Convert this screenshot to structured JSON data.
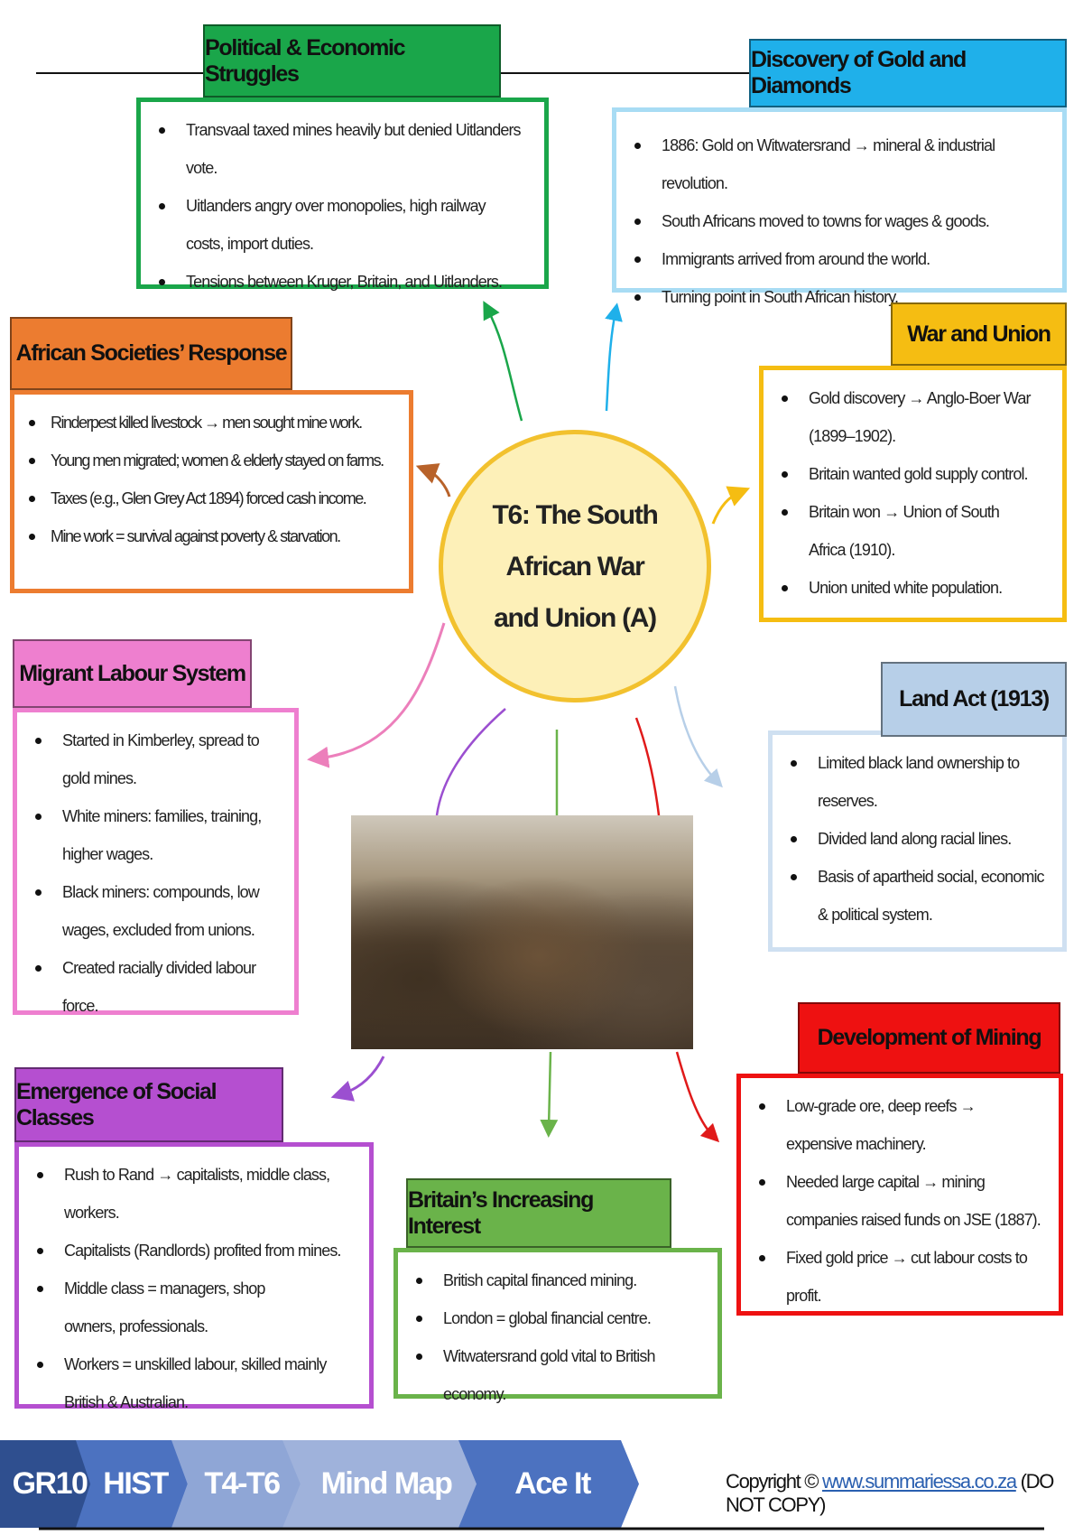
{
  "center": {
    "title": "T6:  The South African War and Union (A)"
  },
  "sections": {
    "political": {
      "title": "Political & Economic Struggles",
      "color": "#1aa64a",
      "items": [
        "Transvaal taxed mines heavily but denied Uitlanders vote.",
        "Uitlanders angry over monopolies, high railway costs, import duties.",
        "Tensions between Kruger, Britain, and Uitlanders."
      ]
    },
    "discovery": {
      "title": "Discovery of Gold and Diamonds",
      "color": "#1fb0ea",
      "items": [
        "1886: Gold on Witwatersrand → mineral & industrial revolution.",
        "South Africans moved to towns for wages & goods.",
        "Immigrants arrived from around the world.",
        "Turning point in South African history."
      ]
    },
    "african": {
      "title": "African Societies’ Response",
      "color": "#ec7c30",
      "items": [
        "Rinderpest killed livestock → men sought mine work.",
        "Young men migrated; women & elderly stayed on farms.",
        "Taxes (e.g., Glen Grey Act 1894) forced cash income.",
        "Mine work = survival against poverty & starvation."
      ]
    },
    "war": {
      "title": "War and Union",
      "color": "#f5bd12",
      "items": [
        "Gold discovery → Anglo-Boer War (1899–1902).",
        "Britain wanted gold supply control.",
        "Britain won → Union of South Africa (1910).",
        "Union united white population."
      ]
    },
    "migrant": {
      "title": "Migrant Labour System",
      "color": "#ee7fcf",
      "items": [
        "Started in Kimberley, spread to gold mines.",
        "White miners: families, training, higher wages.",
        "Black miners: compounds, low wages, excluded from unions.",
        "Created racially divided labour force."
      ]
    },
    "land": {
      "title": "Land Act (1913)",
      "color": "#b7cfe8",
      "items": [
        "Limited black land ownership to reserves.",
        "Divided land along racial lines.",
        "Basis of apartheid social, economic & political system."
      ]
    },
    "mining": {
      "title": "Development of Mining",
      "color": "#ee1111",
      "items": [
        "Low-grade ore, deep reefs → expensive machinery.",
        "Needed large capital → mining companies raised funds on JSE (1887).",
        "Fixed gold price → cut labour costs to profit."
      ]
    },
    "social": {
      "title": "Emergence of Social Classes",
      "color": "#b54fd0",
      "items": [
        "Rush to Rand → capitalists, middle class, workers.",
        "Capitalists (Randlords) profited from mines.",
        "Middle class = managers, shop owners, professionals.",
        "Workers = unskilled labour, skilled mainly British & Australian."
      ]
    },
    "britain": {
      "title": "Britain’s Increasing Interest",
      "color": "#6ab34a",
      "items": [
        "British capital financed mining.",
        "London = global financial centre.",
        "Witwatersrand gold vital to British economy."
      ]
    }
  },
  "footer": {
    "crumbs": [
      "GR10",
      "HIST",
      "T4-T6",
      "Mind Map",
      "Ace It"
    ],
    "copyright_prefix": "Copyright © ",
    "link": "www.summariessa.co.za",
    "copyright_suffix": " (DO NOT COPY)"
  }
}
